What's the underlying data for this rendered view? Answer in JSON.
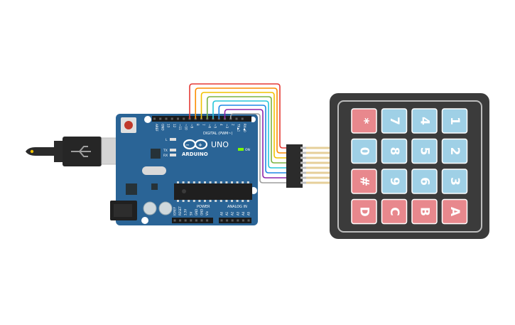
{
  "arduino": {
    "brand": "ARDUINO",
    "model": "UNO",
    "digital_label": "DIGITAL (PWM~)",
    "power_label": "POWER",
    "analog_label": "ANALOG IN",
    "on_label": "ON",
    "tx_label": "TX",
    "rx_label": "RX",
    "l_label": "L",
    "top_pin_labels": [
      "AREF",
      "GND",
      "13",
      "12",
      "~11",
      "~10",
      "~9",
      "8",
      "7",
      "~6",
      "~5",
      "4",
      "~3",
      "2",
      "TX▲1",
      "RX◀0"
    ],
    "power_pin_labels": [
      "IOREF",
      "RESET",
      "3.3V",
      "5V",
      "GND",
      "GND",
      "Vin"
    ],
    "analog_pin_labels": [
      "A0",
      "A1",
      "A2",
      "A3",
      "A4",
      "A5"
    ],
    "board_color": "#2a6496"
  },
  "keypad": {
    "rows": [
      [
        "*",
        "7",
        "4",
        "1"
      ],
      [
        "0",
        "8",
        "5",
        "2"
      ],
      [
        "#",
        "9",
        "6",
        "3"
      ],
      [
        "D",
        "C",
        "B",
        "A"
      ]
    ],
    "color_blue": "#9fd0e6",
    "color_red": "#e8888d",
    "body_color": "#3b3b3b"
  },
  "wires": {
    "colors": [
      "#e53935",
      "#fb8c00",
      "#f2c200",
      "#7cb342",
      "#26c6da",
      "#1e88e5",
      "#8e24aa",
      "#9e9e9e"
    ]
  }
}
